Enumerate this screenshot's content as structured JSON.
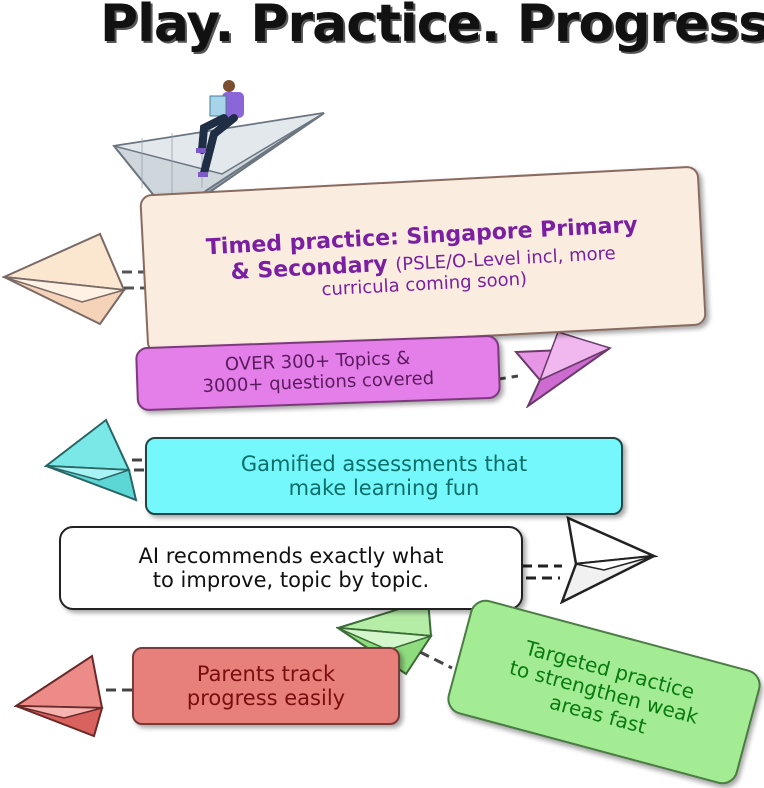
{
  "title": "Play. Practice. Progress.",
  "cards": {
    "timed_line1": "Timed practice: Singapore Primary",
    "timed_line2a": "& Secondary",
    "timed_line2b": "(PSLE/O-Level incl, more",
    "timed_line3": "curricula coming soon)",
    "topics_line1": "OVER  300+ Topics &",
    "topics_line2": "3000+ questions covered",
    "gamified_line1": "Gamified assessments that",
    "gamified_line2": "make learning fun",
    "ai_line1": "AI recommends exactly what",
    "ai_line2": "to improve, topic by topic.",
    "parents_line1": "Parents track",
    "parents_line2": "progress easily",
    "targeted_line1": "Targeted practice",
    "targeted_line2": "to strengthen weak",
    "targeted_line3": "areas fast"
  },
  "colors": {
    "timed": "#faede0",
    "topics": "#e47ee9",
    "gamified": "#74f8fb",
    "ai": "#ffffff",
    "parents": "#e7807b",
    "targeted": "#a3ec94"
  },
  "icons": [
    "paper-plane-with-reader-illustration",
    "paper-plane-icon"
  ]
}
